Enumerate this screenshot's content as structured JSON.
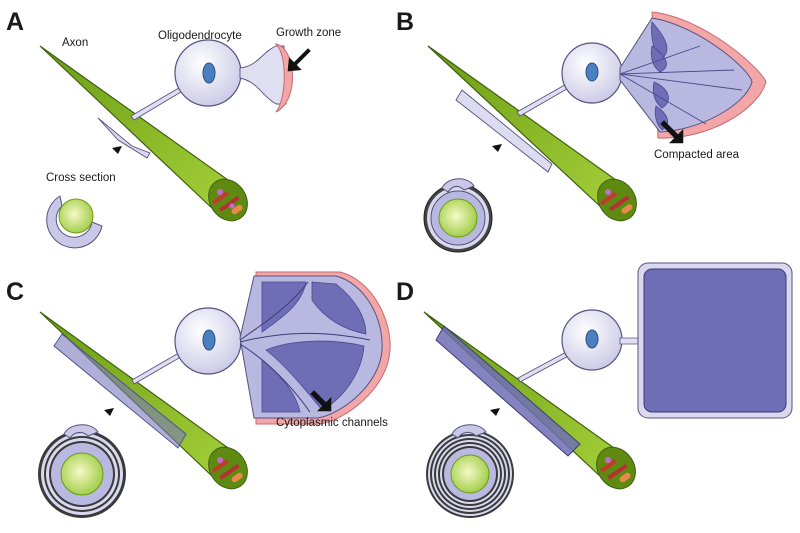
{
  "panels": [
    {
      "letter": "A",
      "labels": {
        "axon": "Axon",
        "oligodendrocyte": "Oligodendrocyte",
        "growth_zone": "Growth zone",
        "cross_section": "Cross section"
      }
    },
    {
      "letter": "B",
      "labels": {
        "compacted_area": "Compacted area"
      }
    },
    {
      "letter": "C",
      "labels": {
        "cytoplasmic_channels": "Cytoplasmic channels"
      }
    },
    {
      "letter": "D",
      "labels": {}
    }
  ],
  "colors": {
    "axon_fill": "#8cbc1e",
    "axon_stroke": "#3f6012",
    "cell_body": "#e6e6f5",
    "nucleus": "#4a7fc0",
    "myelin": "#6f6db5",
    "myelin_light": "#b9b8e0",
    "growth_zone": "#f2a6a8",
    "axon_core": "#eef59a"
  },
  "icons": [
    "arrow-icon",
    "arrowhead-marker-icon"
  ]
}
